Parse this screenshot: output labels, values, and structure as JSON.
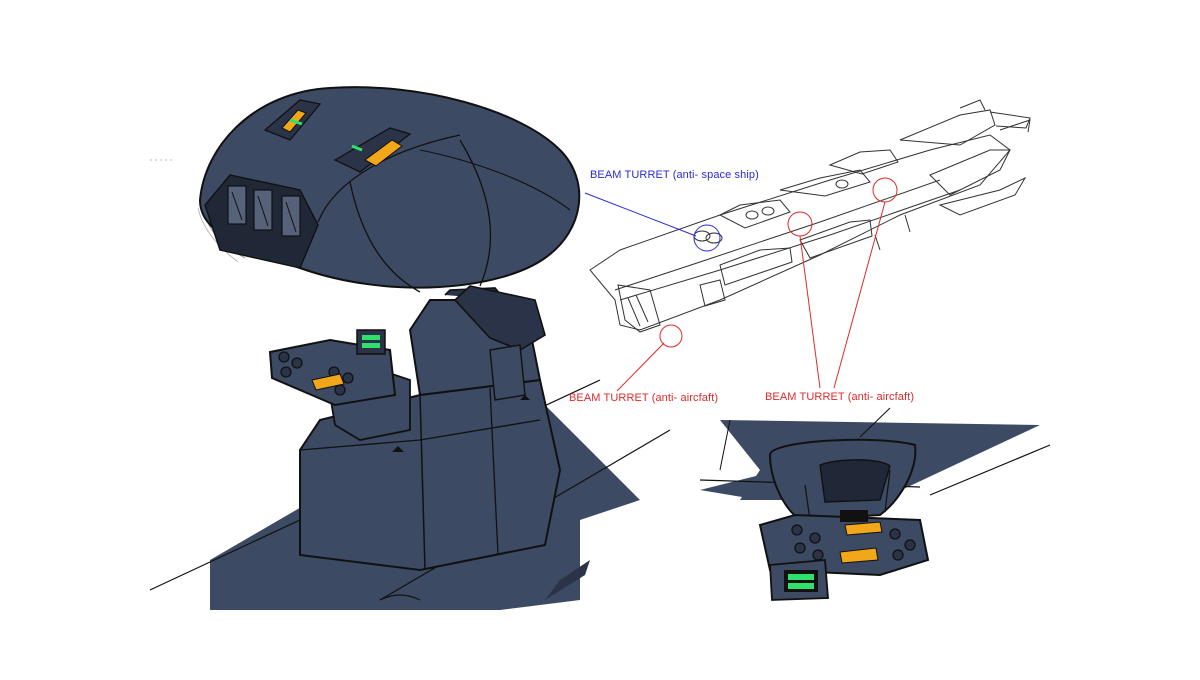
{
  "labels": {
    "anti_space_ship": "BEAM TURRET (anti- space ship)",
    "anti_aircraft_left": "BEAM TURRET (anti- aircfaft)",
    "anti_aircraft_right": "BEAM TURRET (anti- aircfaft)"
  },
  "colors": {
    "hull": "#3d4a63",
    "hull_shadow": "#2a3347",
    "ink": "#111111",
    "accent_orange": "#f2a71b",
    "accent_green": "#2fe06a",
    "callout_blue": "#2a2ad6",
    "callout_red": "#e02a2a",
    "sketch_line": "#333333",
    "background": "#ffffff"
  }
}
